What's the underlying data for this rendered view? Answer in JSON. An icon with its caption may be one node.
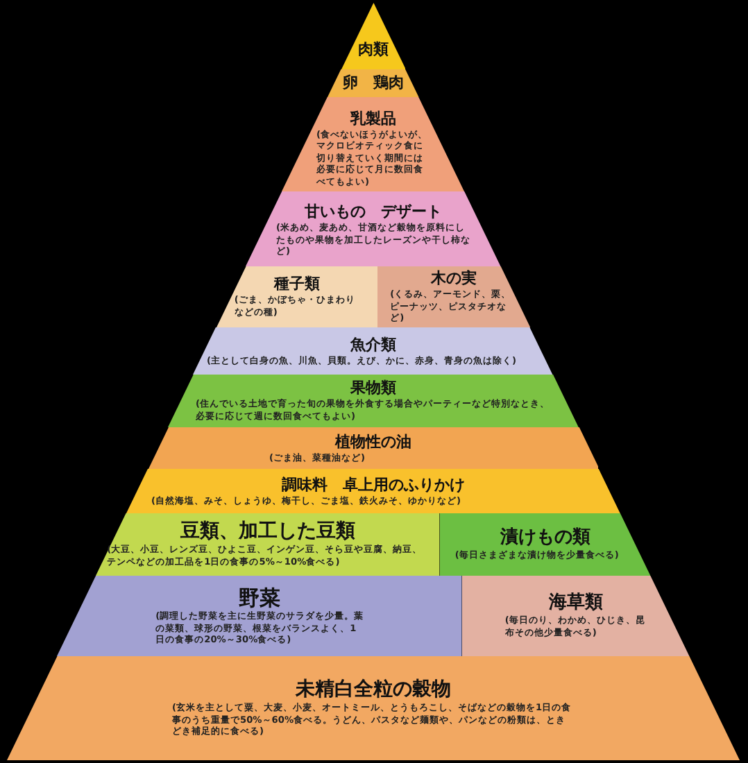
{
  "diagram": {
    "nodes": [
      {
        "text": [
          "肉類"
        ]
      },
      {
        "text": [
          "卵　鶏肉"
        ]
      },
      {
        "text": [
          "乳製品",
          "(食べないほうがよいが、マクロビオティック食に切り替えていく期間には必要に応じて月に数回食べてもよい)"
        ]
      },
      {
        "text": [
          "甘いもの　デザート",
          "(米あめ、麦あめ、甘酒など穀物を原料にしたものや果物を加工したレーズンや干し柿など)"
        ]
      },
      {
        "text": [
          "種子類",
          "(ごま、かぼちゃ・ひまわりなどの種)"
        ]
      },
      {
        "text": [
          "木の実",
          "(くるみ、アーモンド、栗、ピーナッツ、ピスタチオなど)"
        ]
      },
      {
        "text": [
          "魚介類",
          "(主として白身の魚、川魚、貝類。えび、かに、赤身、青身の魚は除く)"
        ]
      },
      {
        "text": [
          "果物類",
          "(住んでいる土地で育った旬の果物を外食する場合やパーティーなど特別なとき、必要に応じて週に数回食べてもよい)"
        ]
      },
      {
        "text": [
          "植物性の油",
          "(ごま油、菜種油など)"
        ]
      },
      {
        "text": [
          "調味料　卓上用のふりかけ",
          "(自然海塩、みそ、しょうゆ、梅干し、ごま塩、鉄火みそ、ゆかりなど)"
        ]
      },
      {
        "text": [
          "豆類、加工した豆類",
          "(大豆、小豆、レンズ豆、ひよこ豆、インゲン豆、そら豆や豆腐、納豆、テンペなどの加工品を1日の食事の5%～10%食べる)"
        ]
      },
      {
        "text": [
          "漬けもの類",
          "(毎日さまざまな漬け物を少量食べる)"
        ]
      },
      {
        "text": [
          "野菜",
          "(調理した野菜を主に生野菜のサラダを少量。葉の菜類、球形の野菜、根菜をバランスよく、1日の食事の20%～30%食べる)"
        ]
      },
      {
        "text": [
          "海草類",
          "(毎日のり、わかめ、ひじき、昆布その他少量食べる)"
        ]
      },
      {
        "text": [
          "未精白全粒の穀物",
          "(玄米を主として粟、大麦、小麦、オートミール、とうもろこし、そばなどの穀物を1日の食事のうち重量で50%～60%食べる。うどん、パスタなど麺類や、パンなどの粉類は、ときどき補足的に食べる)"
        ]
      }
    ],
    "edges": []
  }
}
